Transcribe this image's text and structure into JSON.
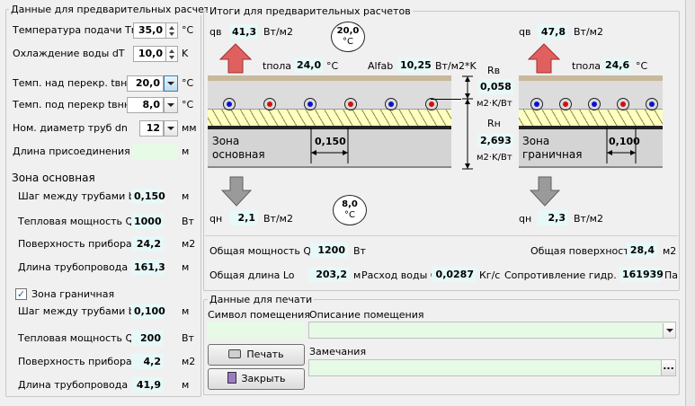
{
  "window_title": "",
  "left": {
    "group_title": "Данные для предварительных расчетов",
    "rows": [
      {
        "label": "Температура подачи  Tn",
        "value": "35,0",
        "unit": "°C"
      },
      {
        "label": "Охлаждение воды dT",
        "value": "10,0",
        "unit": "K"
      },
      {
        "label": "Темп. над перекр. tвнв",
        "value": "20,0",
        "unit": "°C"
      },
      {
        "label": "Темп. под перекр tвнн",
        "value": "8,0",
        "unit": "°C"
      },
      {
        "label": "Ном. диаметр труб dn",
        "value": "12",
        "unit": "мм"
      },
      {
        "label": "Длина присоединения Ln",
        "value": "",
        "unit": "м"
      }
    ],
    "zone_main": {
      "title": "Зона основная",
      "rows": [
        {
          "label": "Шаг между трубами b",
          "value": "0,150",
          "unit": "м"
        },
        {
          "label": "Тепловая мощность Qo",
          "value": "1000",
          "unit": "Вт"
        },
        {
          "label": "Поверхность прибора F",
          "value": "24,2",
          "unit": "м2"
        },
        {
          "label": "Длина трубопровода L",
          "value": "161,3",
          "unit": "м"
        }
      ]
    },
    "zone_border": {
      "title": "Зона граничная",
      "checked": true,
      "rows": [
        {
          "label": "Шаг между трубами b",
          "value": "0,100",
          "unit": "м"
        },
        {
          "label": "Тепловая мощность Qo",
          "value": "200",
          "unit": "Вт"
        },
        {
          "label": "Поверхность прибора F",
          "value": "4,2",
          "unit": "м2"
        },
        {
          "label": "Длина трубопровода L",
          "value": "41,9",
          "unit": "м"
        }
      ]
    }
  },
  "results": {
    "group_title": "Итоги для предварительных расчетов",
    "qv_label": "qв",
    "qv_main": "41,3",
    "qv_border": "47,8",
    "q_unit": "Вт/м2",
    "t_upper": "20,0",
    "t_lower": "8,0",
    "deg_unit": "°C",
    "tpola_label": "tпола",
    "tpola_main": "24,0",
    "tpola_border": "24,6",
    "alfab_label": "Alfab",
    "alfab_value": "10,25",
    "alfab_unit": "Вт/м2*K",
    "rv_label": "Rв",
    "rv_value": "0,058",
    "rv_unit": "м2·K/Вт",
    "rn_label": "Rн",
    "rn_value": "2,693",
    "rn_unit": "м2·K/Вт",
    "zone_main_label": "Зона\nосновная",
    "zone_main_line1": "Зона",
    "zone_main_line2": "основная",
    "zone_border_line1": "Зона",
    "zone_border_line2": "граничная",
    "pitch_main": "0,150",
    "pitch_border": "0,100",
    "qn_label": "qн",
    "qn_main": "2,1",
    "qn_border": "2,3",
    "total_power_label": "Общая мощность Qo",
    "total_power": "1200",
    "total_power_unit": "Вт",
    "total_area_label": "Общая поверхность Fo",
    "total_area": "28,4",
    "total_area_unit": "м2",
    "total_length_label": "Общая длина Lo",
    "total_length": "203,2",
    "total_length_unit": "м",
    "flow_label": "Расход воды G",
    "flow": "0,0287",
    "flow_unit": "Кг/с",
    "resistance_label": "Сопротивление гидр. dP",
    "resistance": "161939",
    "resistance_unit": "Па"
  },
  "print": {
    "group_title": "Данные для печати",
    "room_symbol_label": "Символ помещения",
    "room_symbol": "",
    "room_desc_label": "Описание помещения",
    "room_desc": "",
    "notes_label": "Замечания",
    "notes": "",
    "ellipsis": "...",
    "print_button": "Печать",
    "close_button": "Закрыть"
  },
  "colors": {
    "value_bg": "#e6f8f8",
    "arrow_up": "#e06060",
    "arrow_down": "#9a9a9a",
    "insulation": "#ffffc0",
    "pipe_blue": "#1010d0",
    "pipe_red": "#d01010"
  }
}
